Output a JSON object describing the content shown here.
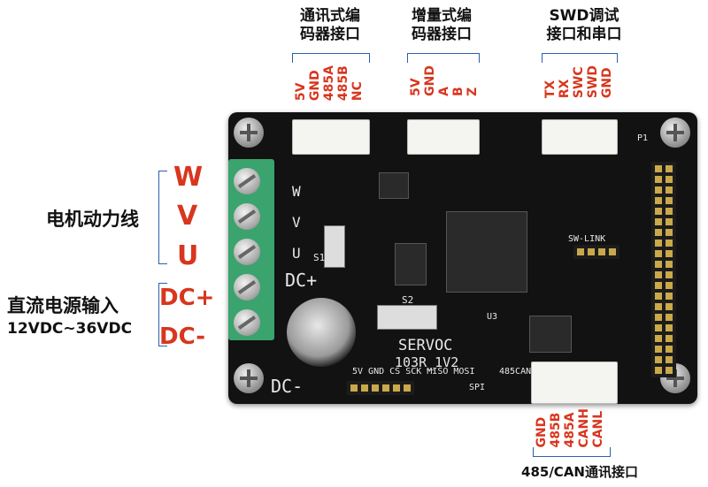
{
  "headers": {
    "comm": "通讯式编\n码器接口",
    "inc": "增量式编\n码器接口",
    "swd": "SWD调试\n接口和串口",
    "bottom": "485/CAN通讯接口"
  },
  "pins": {
    "comm": [
      "5V",
      "GND",
      "485A",
      "485B",
      "NC"
    ],
    "inc": [
      "5V",
      "GND",
      "A",
      "B",
      "Z"
    ],
    "swd": [
      "TX",
      "RX",
      "SWC",
      "SWD",
      "GND"
    ],
    "can": [
      "GND",
      "485B",
      "485A",
      "CANH",
      "CANL"
    ]
  },
  "phases": [
    "W",
    "V",
    "U"
  ],
  "labels": {
    "motor": "电机动力线",
    "dc_plus": "DC+",
    "dc_minus": "DC-",
    "power": "直流电源输入",
    "voltage": "12VDC~36VDC"
  },
  "silk": {
    "servoc": "SERVOC",
    "model": "103R_1V2",
    "dcplus": "DC+",
    "dcminus": "DC-",
    "spi": "SPI",
    "spi_pins": "5V GND CS SCK MISO MOSI",
    "swlink": "SW-LINK",
    "can485": "485CAN",
    "s1": "S1",
    "s2": "S2",
    "u3": "U3",
    "p1": "P1",
    "w": "W",
    "v": "V",
    "u": "U"
  },
  "colors": {
    "accent": "#d8361e",
    "bracket": "#2a5fb0",
    "board": "#121212",
    "terminal": "#3aa36e"
  }
}
